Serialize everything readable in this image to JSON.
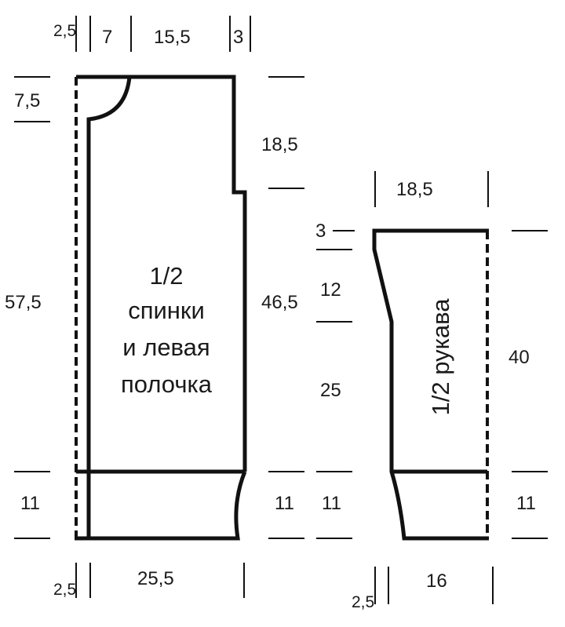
{
  "body_piece": {
    "title_lines": [
      "1/2",
      "спинки",
      "и левая",
      "полочка"
    ],
    "top_dims": [
      "2,5",
      "7",
      "15,5",
      "3"
    ],
    "left_dims": [
      "7,5",
      "57,5",
      "11"
    ],
    "right_dims": [
      "18,5",
      "46,5",
      "11"
    ],
    "bottom_dims": [
      "2,5",
      "25,5"
    ]
  },
  "sleeve_piece": {
    "title": "1/2 рукава",
    "top_dim": "18,5",
    "left_dims": [
      "3",
      "12",
      "25",
      "11"
    ],
    "right_dims": [
      "40",
      "11"
    ],
    "bottom_dims": [
      "2,5",
      "16"
    ]
  }
}
